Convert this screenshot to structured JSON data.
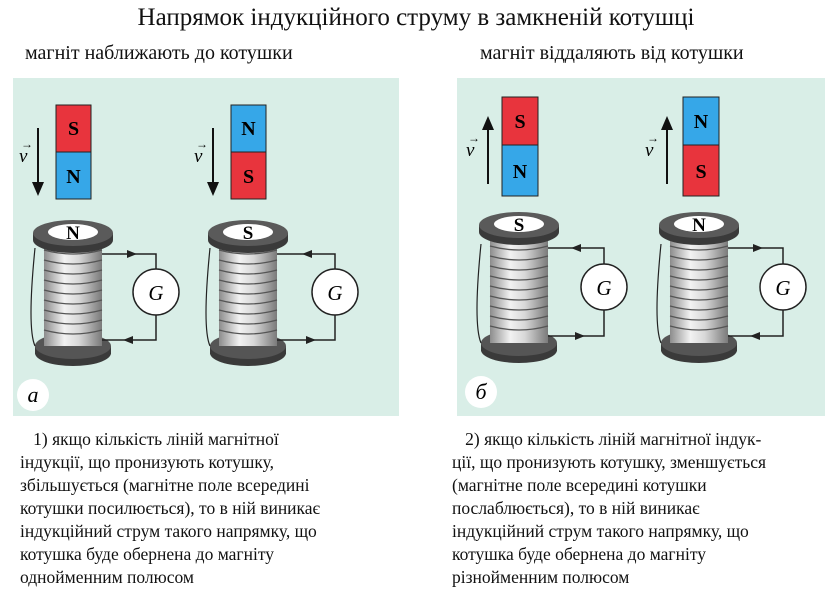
{
  "title": "Напрямок індукційного струму в замкненій котушці",
  "subtitles": {
    "left": "магніт наближають до котушки",
    "right": "магніт віддаляють від котушки"
  },
  "velocity_label": "v",
  "galvanometer_label": "G",
  "panels": {
    "a": {
      "label": "а",
      "velocity_direction": "down",
      "setups": [
        {
          "magnet_top": "S",
          "magnet_bottom": "N",
          "coil_pole": "N"
        },
        {
          "magnet_top": "N",
          "magnet_bottom": "S",
          "coil_pole": "S"
        }
      ]
    },
    "b": {
      "label": "б",
      "velocity_direction": "up",
      "setups": [
        {
          "magnet_top": "S",
          "magnet_bottom": "N",
          "coil_pole": "S"
        },
        {
          "magnet_top": "N",
          "magnet_bottom": "S",
          "coil_pole": "N"
        }
      ]
    }
  },
  "captions": {
    "a": [
      "   1) якщо кількість ліній магнітної",
      "індукції, що пронизують котушку,",
      "збільшується (магнітне поле всередині",
      "котушки посилюється), то в ній виникає",
      "індукційний струм такого напрямку, що",
      "котушка буде обернена до магніту",
      "однойменним полюсом"
    ],
    "b": [
      "   2) якщо кількість ліній магнітної індук-",
      "ції, що пронизують котушку, зменшується",
      "(магнітне поле всередині котушки",
      "послаблюється), то в ній виникає",
      "індукційний струм такого напрямку, що",
      "котушка буде обернена до магніту",
      "різнойменним полюсом"
    ]
  },
  "colors": {
    "panel_bg": "#d9eee7",
    "magnet_red": "#e8343d",
    "magnet_blue": "#36a7e8",
    "coil_ring": "#3a3a3a"
  }
}
